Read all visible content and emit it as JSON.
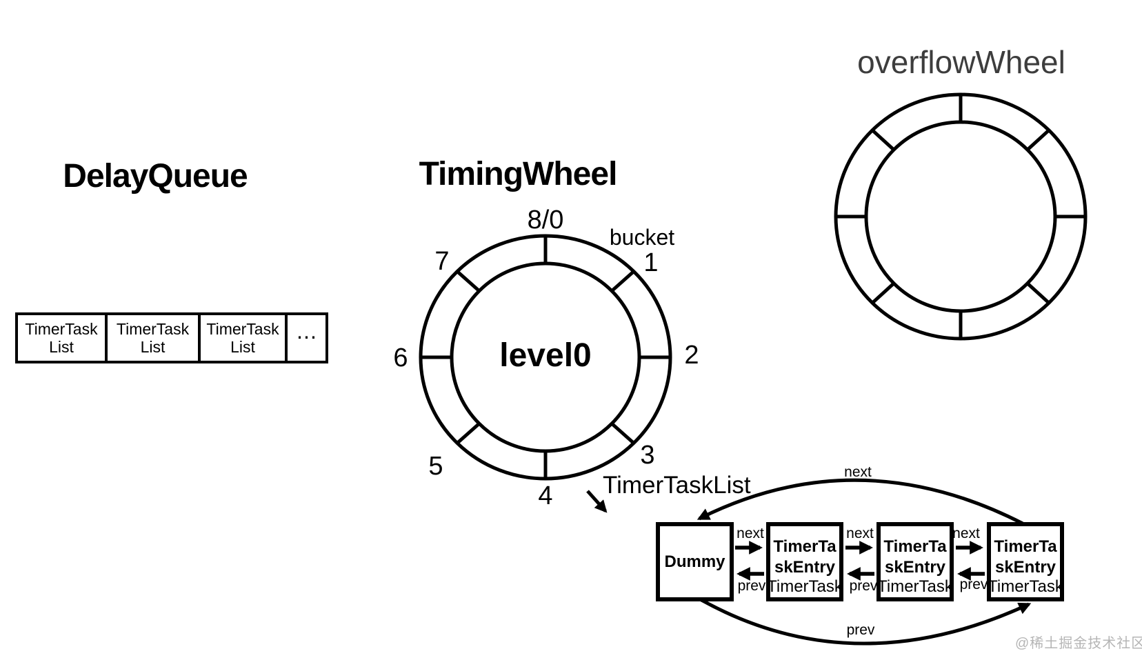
{
  "titles": {
    "delay_queue": "DelayQueue",
    "timing_wheel": "TimingWheel",
    "overflow_wheel": "overflowWheel"
  },
  "delay_queue": {
    "cells": [
      {
        "line1": "TimerTask",
        "line2": "List"
      },
      {
        "line1": "TimerTask",
        "line2": "List"
      },
      {
        "line1": "TimerTask",
        "line2": "List"
      }
    ],
    "ellipsis": "⋯"
  },
  "timing_wheel": {
    "center_label": "level0",
    "bucket_label": "bucket",
    "slot_labels": [
      "8/0",
      "1",
      "2",
      "3",
      "4",
      "5",
      "6",
      "7"
    ]
  },
  "linked_list": {
    "pointer_label": "TimerTaskList",
    "dummy_label": "Dummy",
    "next_label": "next",
    "prev_label": "prev",
    "entries": [
      {
        "name_line1": "TimerTa",
        "name_line2": "skEntry",
        "subtitle": "TimerTask"
      },
      {
        "name_line1": "TimerTa",
        "name_line2": "skEntry",
        "subtitle": "TimerTask"
      },
      {
        "name_line1": "TimerTa",
        "name_line2": "skEntry",
        "subtitle": "TimerTask"
      }
    ]
  },
  "watermark": "@稀土掘金技术社区",
  "colors": {
    "line": "#000000",
    "overflow_title": "#3d3d3d",
    "watermark": "#b5b5b5",
    "background": "#ffffff"
  }
}
